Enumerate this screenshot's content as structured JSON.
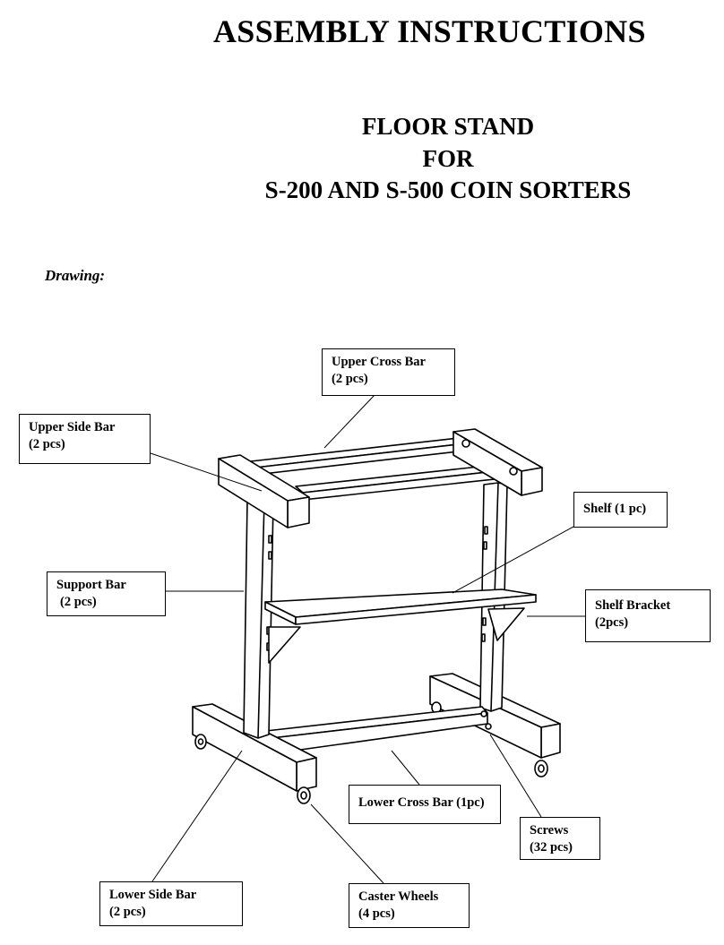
{
  "header": {
    "title": "ASSEMBLY INSTRUCTIONS",
    "subtitle_lines": [
      "FLOOR STAND",
      "FOR",
      "S-200 AND S-500 COIN SORTERS"
    ]
  },
  "section_label": "Drawing:",
  "callouts": {
    "upper_cross_bar": {
      "name": "Upper Cross Bar",
      "qty": "(2 pcs)"
    },
    "upper_side_bar": {
      "name": "Upper Side Bar",
      "qty": "(2 pcs)"
    },
    "shelf": {
      "name": "Shelf (1 pc)"
    },
    "support_bar": {
      "name": "Support Bar",
      "qty": "(2 pcs)"
    },
    "shelf_bracket": {
      "name": "Shelf Bracket",
      "qty": "(2pcs)"
    },
    "lower_cross_bar": {
      "name": "Lower Cross Bar (1pc)"
    },
    "screws": {
      "name": "Screws",
      "qty": "(32 pcs)"
    },
    "lower_side_bar": {
      "name": "Lower Side Bar",
      "qty": "(2 pcs)"
    },
    "caster_wheels": {
      "name": "Caster Wheels",
      "qty": "(4 pcs)"
    }
  }
}
